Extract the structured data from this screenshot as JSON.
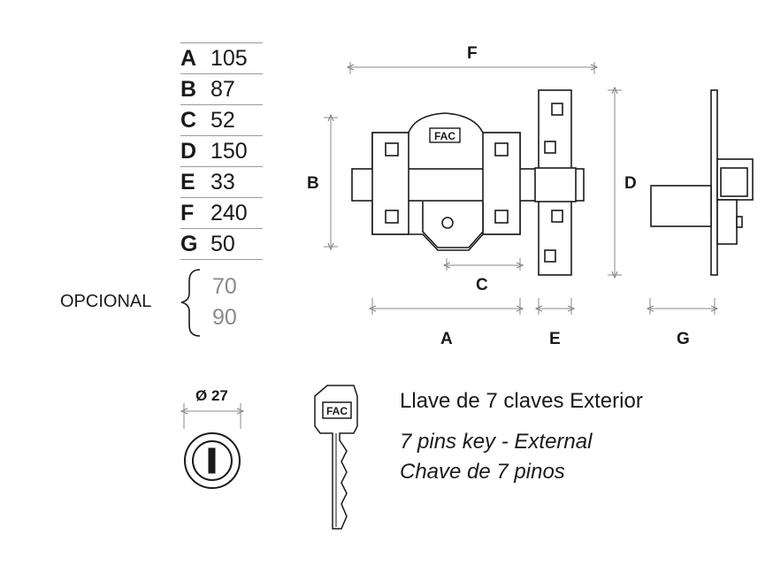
{
  "specs": [
    {
      "letter": "A",
      "value": "105"
    },
    {
      "letter": "B",
      "value": "87"
    },
    {
      "letter": "C",
      "value": "52"
    },
    {
      "letter": "D",
      "value": "150"
    },
    {
      "letter": "E",
      "value": "33"
    },
    {
      "letter": "F",
      "value": "240"
    },
    {
      "letter": "G",
      "value": "50"
    }
  ],
  "optional": {
    "label": "OPCIONAL",
    "values": [
      "70",
      "90"
    ]
  },
  "dims": {
    "A": "A",
    "B": "B",
    "C": "C",
    "D": "D",
    "E": "E",
    "F": "F",
    "G": "G"
  },
  "brand": "FAC",
  "cylinder_diameter": "Ø 27",
  "captions": {
    "es": "Llave de 7 claves Exterior",
    "en": "7 pins key - External",
    "pt": "Chave de 7 pinos"
  }
}
